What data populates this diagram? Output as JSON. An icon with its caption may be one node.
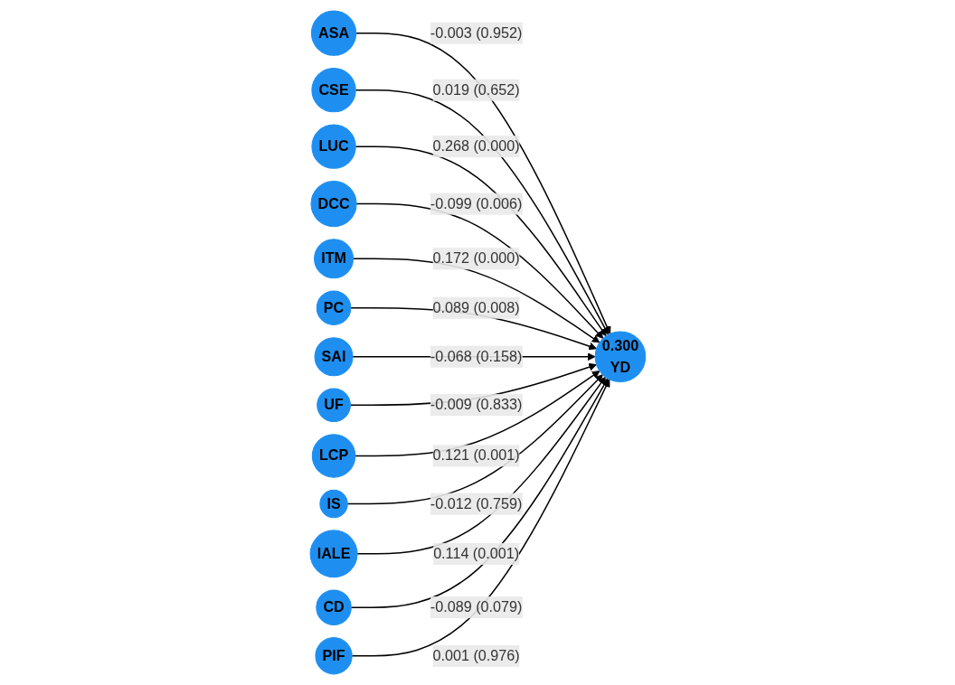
{
  "diagram": {
    "nodes": [
      {
        "text": [
          "ASA"
        ]
      },
      {
        "text": [
          "CSE"
        ]
      },
      {
        "text": [
          "LUC"
        ]
      },
      {
        "text": [
          "DCC"
        ]
      },
      {
        "text": [
          "ITM"
        ]
      },
      {
        "text": [
          "PC"
        ]
      },
      {
        "text": [
          "SAI"
        ]
      },
      {
        "text": [
          "0.300",
          "YD"
        ]
      },
      {
        "text": [
          "UF"
        ]
      },
      {
        "text": [
          "LCP"
        ]
      },
      {
        "text": [
          "IS"
        ]
      },
      {
        "text": [
          "IALE"
        ]
      },
      {
        "text": [
          "CD"
        ]
      },
      {
        "text": [
          "PIF"
        ]
      }
    ],
    "edges": [
      {
        "from": 0,
        "to": 7,
        "arrow": "to",
        "label": "-0.003 (0.952)"
      },
      {
        "from": 1,
        "to": 7,
        "arrow": "to",
        "label": "0.019 (0.652)"
      },
      {
        "from": 2,
        "to": 7,
        "arrow": "to",
        "label": "0.268 (0.000)"
      },
      {
        "from": 3,
        "to": 7,
        "arrow": "to",
        "label": "-0.099 (0.006)"
      },
      {
        "from": 4,
        "to": 7,
        "arrow": "to",
        "label": "0.172 (0.000)"
      },
      {
        "from": 5,
        "to": 7,
        "arrow": "to",
        "label": "0.089 (0.008)"
      },
      {
        "from": 6,
        "to": 7,
        "arrow": "to",
        "label": "-0.068 (0.158)"
      },
      {
        "from": 8,
        "to": 7,
        "arrow": "to",
        "label": "-0.009 (0.833)"
      },
      {
        "from": 9,
        "to": 7,
        "arrow": "to",
        "label": "0.121 (0.001)"
      },
      {
        "from": 10,
        "to": 7,
        "arrow": "to",
        "label": "-0.012 (0.759)"
      },
      {
        "from": 11,
        "to": 7,
        "arrow": "to",
        "label": "0.114 (0.001)"
      },
      {
        "from": 12,
        "to": 7,
        "arrow": "to",
        "label": "-0.089 (0.079)"
      },
      {
        "from": 13,
        "to": 7,
        "arrow": "to",
        "label": "0.001 (0.976)"
      }
    ]
  }
}
